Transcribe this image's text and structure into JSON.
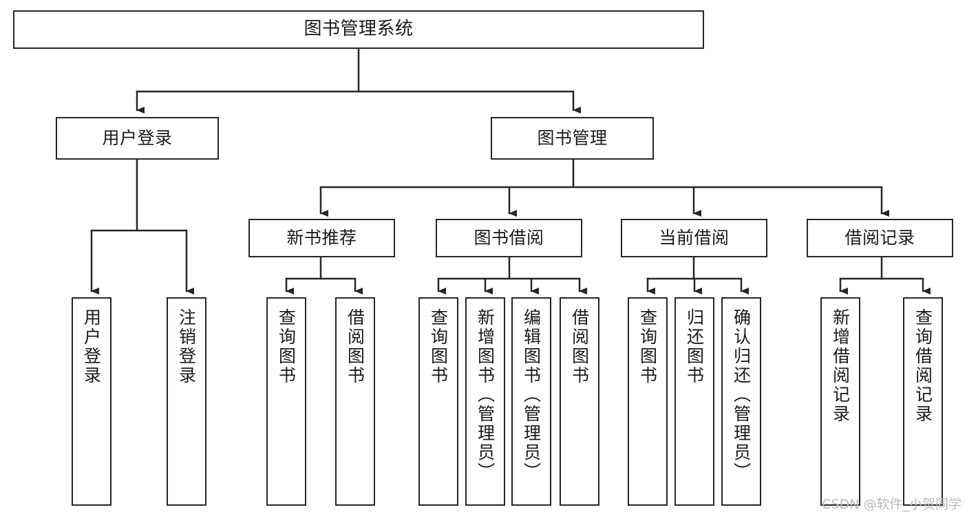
{
  "diagram": {
    "type": "tree",
    "title": "图书管理系统",
    "watermark": "CSDN @软件_小贺同学",
    "colors": {
      "background": "#ffffff",
      "stroke": "#262626",
      "text": "#1a1a1a",
      "watermark": "#b9b9b9"
    },
    "root": {
      "label": "图书管理系统"
    },
    "level2": [
      {
        "label": "用户登录"
      },
      {
        "label": "图书管理"
      }
    ],
    "level3": [
      {
        "label": "新书推荐"
      },
      {
        "label": "图书借阅"
      },
      {
        "label": "当前借阅"
      },
      {
        "label": "借阅记录"
      }
    ],
    "leaves": {
      "user_login": [
        {
          "label": "用户登录"
        },
        {
          "label": "注销登录"
        }
      ],
      "new_book_recommend": [
        {
          "label": "查询图书"
        },
        {
          "label": "借阅图书"
        }
      ],
      "book_borrow": [
        {
          "label": "查询图书"
        },
        {
          "label": "新增图书（管理员）"
        },
        {
          "label": "编辑图书（管理员）"
        },
        {
          "label": "借阅图书"
        }
      ],
      "current_borrow": [
        {
          "label": "查询图书"
        },
        {
          "label": "归还图书"
        },
        {
          "label": "确认归还（管理员）"
        }
      ],
      "borrow_record": [
        {
          "label": "新增借阅记录"
        },
        {
          "label": "查询借阅记录"
        }
      ]
    }
  }
}
